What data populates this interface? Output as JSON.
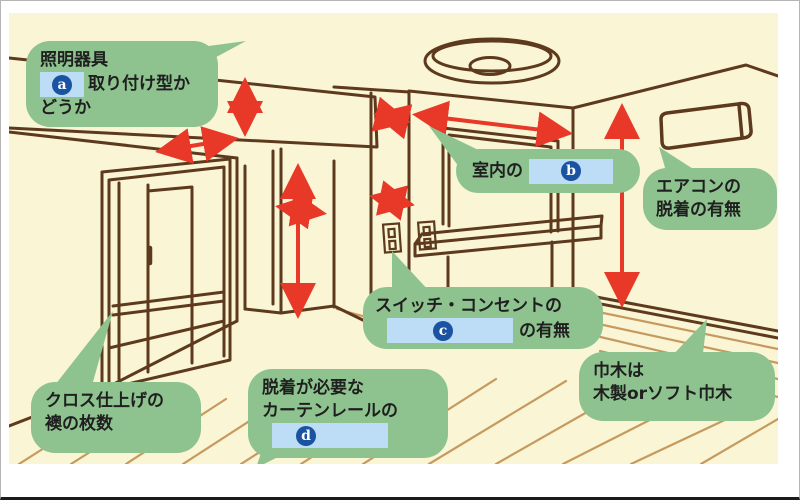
{
  "colors": {
    "page_bg": "#ffffff",
    "border": "#b5b5b5",
    "border_bottom": "#1b1b1b",
    "canvas": "#faf5d5",
    "line": "#5d3a1d",
    "plank": "#c69a5f",
    "bubble": "#8ec38f",
    "arrow": "#e73828",
    "badge_circle": "#1a53a1",
    "badge_box": "#bddcf5",
    "text": "#1f1f1f"
  },
  "bubbles": {
    "lighting": {
      "line1": "照明器具",
      "badge": "a",
      "line2_after_badge": "取り付け型か",
      "line3": "どうか"
    },
    "interior": {
      "line1": "室内の",
      "badge": "b"
    },
    "switch": {
      "line1": "スイッチ・コンセントの",
      "badge": "c",
      "line2_after_badge": "の有無"
    },
    "curtain": {
      "line1": "脱着が必要な",
      "line2": "カーテンレールの",
      "badge": "d"
    },
    "aircon": {
      "line1": "エアコンの",
      "line2": "脱着の有無"
    },
    "fusuma": {
      "line1": "クロス仕上げの",
      "line2": "襖の枚数"
    },
    "baseboard": {
      "line1": "巾木は",
      "line2": "木製orソフト巾木"
    }
  }
}
